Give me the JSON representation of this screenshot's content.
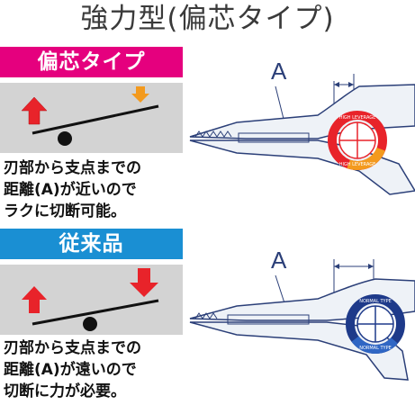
{
  "title": "強力型(偏芯タイプ)",
  "colors": {
    "pink_band": "#e5007e",
    "blue_band": "#1a8fd3",
    "seesaw_box": "#d3d3d3",
    "arrow_red": "#e8232a",
    "arrow_orange": "#f39a1e",
    "pliers_fill": "#eef2f7",
    "pliers_stroke": "#2b3f78"
  },
  "offset_type": {
    "heading": "偏芯タイプ",
    "caption": "刃部から支点までの\n距離(A)が近いので\nラクに切断可能。",
    "dimension_label": "A",
    "badge_text": "HIGH LEVERAGE",
    "badge_text_lower": "HIGH LEVERAGE",
    "badge_colors": [
      "#e8232a",
      "#f39a1e"
    ]
  },
  "conventional_type": {
    "heading": "従来品",
    "caption": "刃部から支点までの\n距離(A)が遠いので\n切断に力が必要。",
    "dimension_label": "A",
    "badge_text": "NORMAL TYPE",
    "badge_text_lower": "NORMAL TYPE",
    "badge_colors": [
      "#1e3a8a",
      "#2f66c4"
    ]
  }
}
